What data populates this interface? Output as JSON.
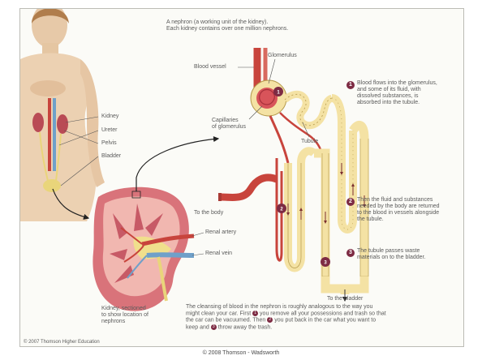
{
  "heading": "A nephron (a working unit of the kidney).\nEach kidney contains over one million nephrons.",
  "body_labels": {
    "kidney": "Kidney",
    "ureter": "Ureter",
    "pelvis": "Pelvis",
    "bladder": "Bladder"
  },
  "nephron_labels": {
    "blood_vessel": "Blood vessel",
    "glomerulus": "Glomerulus",
    "capillaries": "Capillaries\nof glomerulus",
    "tubule": "Tubule",
    "to_body": "To the body",
    "to_bladder": "To the bladder"
  },
  "kidney_section_labels": {
    "renal_artery": "Renal artery",
    "renal_vein": "Renal vein",
    "caption": "Kidney, sectioned\nto show location of\nnephrons"
  },
  "steps": [
    {
      "number": "1",
      "text": "Blood flows into the glomerulus,\nand some of its fluid, with\ndissolved substances, is\nabsorbed into the tubule."
    },
    {
      "number": "2",
      "text": "Then the fluid and substances\nneeded by the body are returned\nto the blood in vessels alongside\nthe tubule."
    },
    {
      "number": "3",
      "text": "The tubule passes waste\nmaterials on to the bladder."
    }
  ],
  "analogy": {
    "line1": "The cleansing of blood in the nephron is roughly analogous to the way you",
    "line2_a": "might clean your car. First",
    "line2_b": "you remove all your possessions and trash so that",
    "line3_a": "the car can be vacuumed. Then",
    "line3_b": "you put back in the car what you want to",
    "line4_a": "keep and",
    "line4_b": "throw away the trash."
  },
  "panel_credit": "© 2007 Thomson Higher Education",
  "copyright": "© 2008 Thomson - Wadsworth",
  "colors": {
    "skin": "#eccfae",
    "artery": "#c8443c",
    "vein": "#6fa0c9",
    "tubule": "#f4e2a4",
    "kidney": "#e07a7a",
    "badge": "#7d2b43"
  }
}
